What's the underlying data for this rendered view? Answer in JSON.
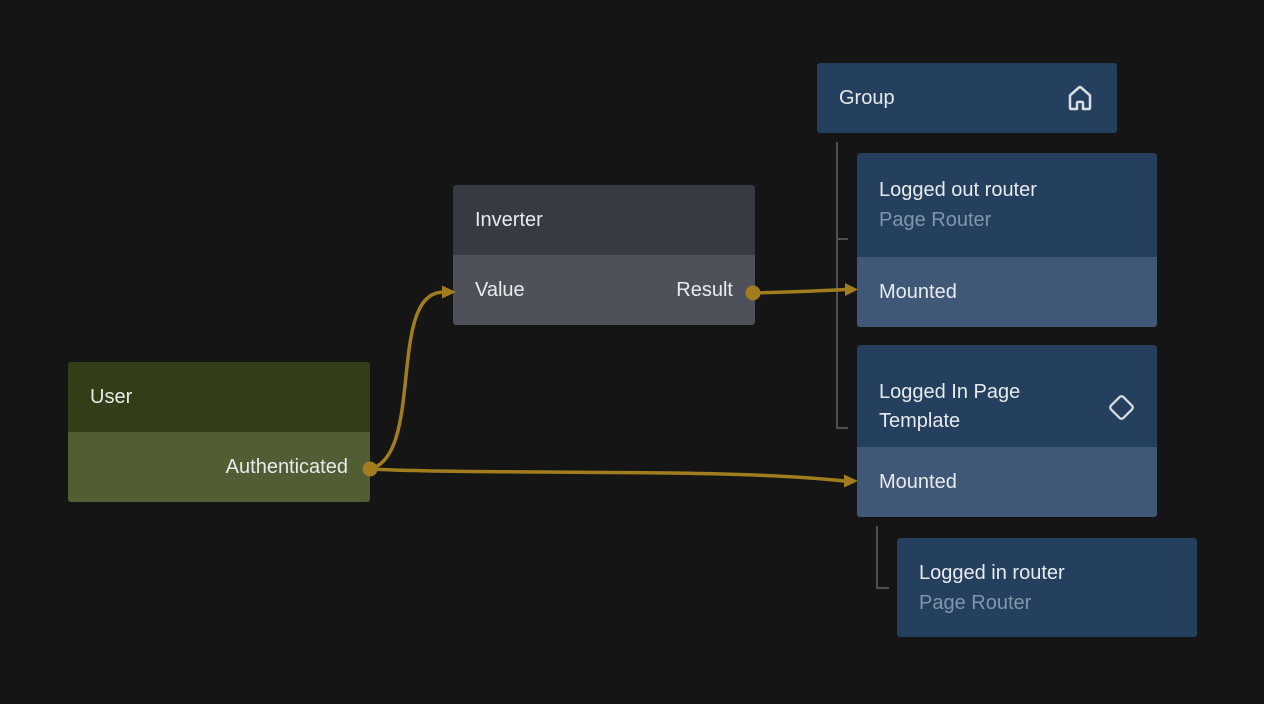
{
  "colors": {
    "background": "#151515",
    "node_blue_header": "#24405e",
    "node_blue_row": "#405877",
    "node_gray_header": "#373a43",
    "node_gray_row": "#4e515a",
    "node_green_header": "#333e18",
    "node_green_row": "#515d33",
    "title_text": "#e8eaec",
    "subtitle_text": "#8296ab",
    "edge": "#a27d1e",
    "tree_line": "#4f4f4f",
    "icon": "#d9dee5"
  },
  "nodes": {
    "user": {
      "title": "User",
      "output_label": "Authenticated"
    },
    "inverter": {
      "title": "Inverter",
      "input_label": "Value",
      "output_label": "Result"
    },
    "group": {
      "title": "Group",
      "icon": "home-icon"
    },
    "logged_out_router": {
      "title": "Logged out router",
      "subtitle": "Page Router",
      "input_label": "Mounted"
    },
    "logged_in_page_template": {
      "title": "Logged In Page Template",
      "icon": "diamond-icon",
      "input_label": "Mounted"
    },
    "logged_in_router": {
      "title": "Logged in router",
      "subtitle": "Page Router"
    }
  },
  "edges": [
    {
      "from": "User.Authenticated",
      "to": "Inverter.Value"
    },
    {
      "from": "Inverter.Result",
      "to": "Logged out router.Mounted"
    },
    {
      "from": "User.Authenticated",
      "to": "Logged In Page Template.Mounted"
    }
  ],
  "hierarchy": [
    {
      "parent": "Group",
      "children": [
        "Logged out router",
        "Logged In Page Template"
      ]
    },
    {
      "parent": "Logged In Page Template.Mounted",
      "children": [
        "Logged in router"
      ]
    }
  ]
}
